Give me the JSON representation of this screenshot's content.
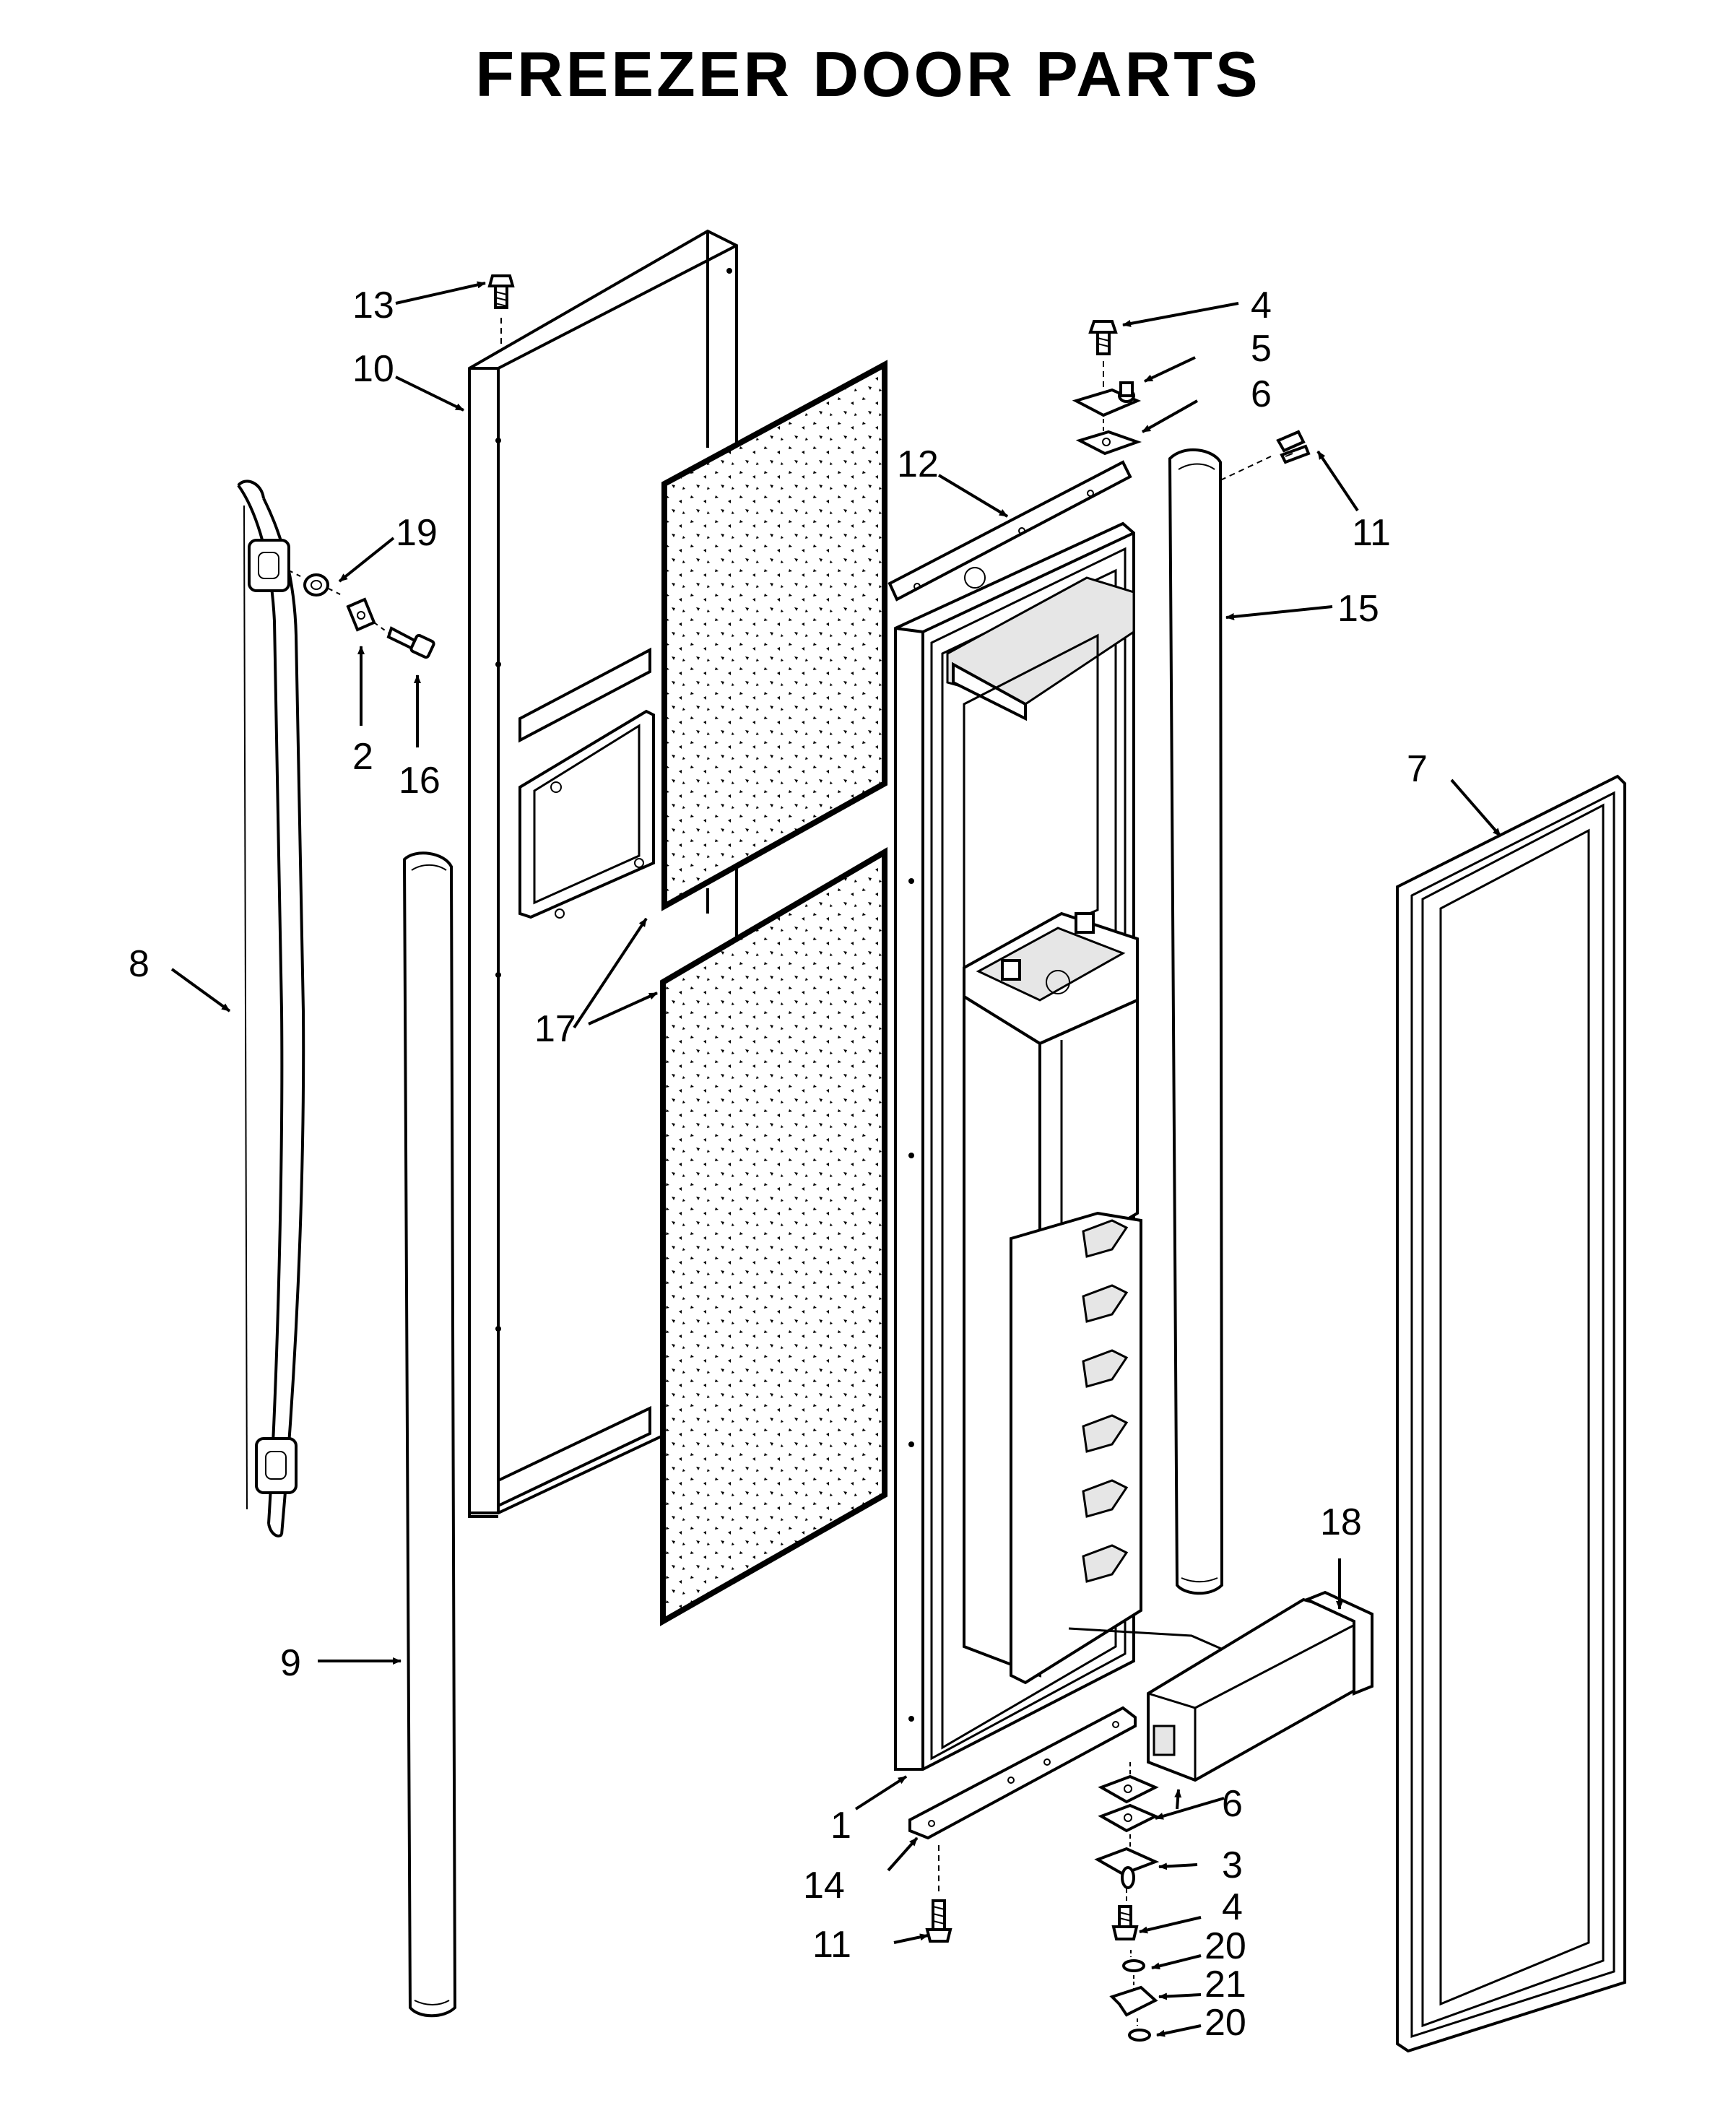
{
  "title": "FREEZER DOOR PARTS",
  "callouts": {
    "c1": "1",
    "c2": "2",
    "c3": "3",
    "c4a": "4",
    "c4b": "4",
    "c5": "5",
    "c6a": "6",
    "c6b": "6",
    "c7": "7",
    "c8": "8",
    "c9": "9",
    "c10": "10",
    "c11a": "11",
    "c11b": "11",
    "c12": "12",
    "c13": "13",
    "c14": "14",
    "c15": "15",
    "c16": "16",
    "c17": "17",
    "c18": "18",
    "c19": "19",
    "c20a": "20",
    "c20b": "20",
    "c21": "21"
  }
}
